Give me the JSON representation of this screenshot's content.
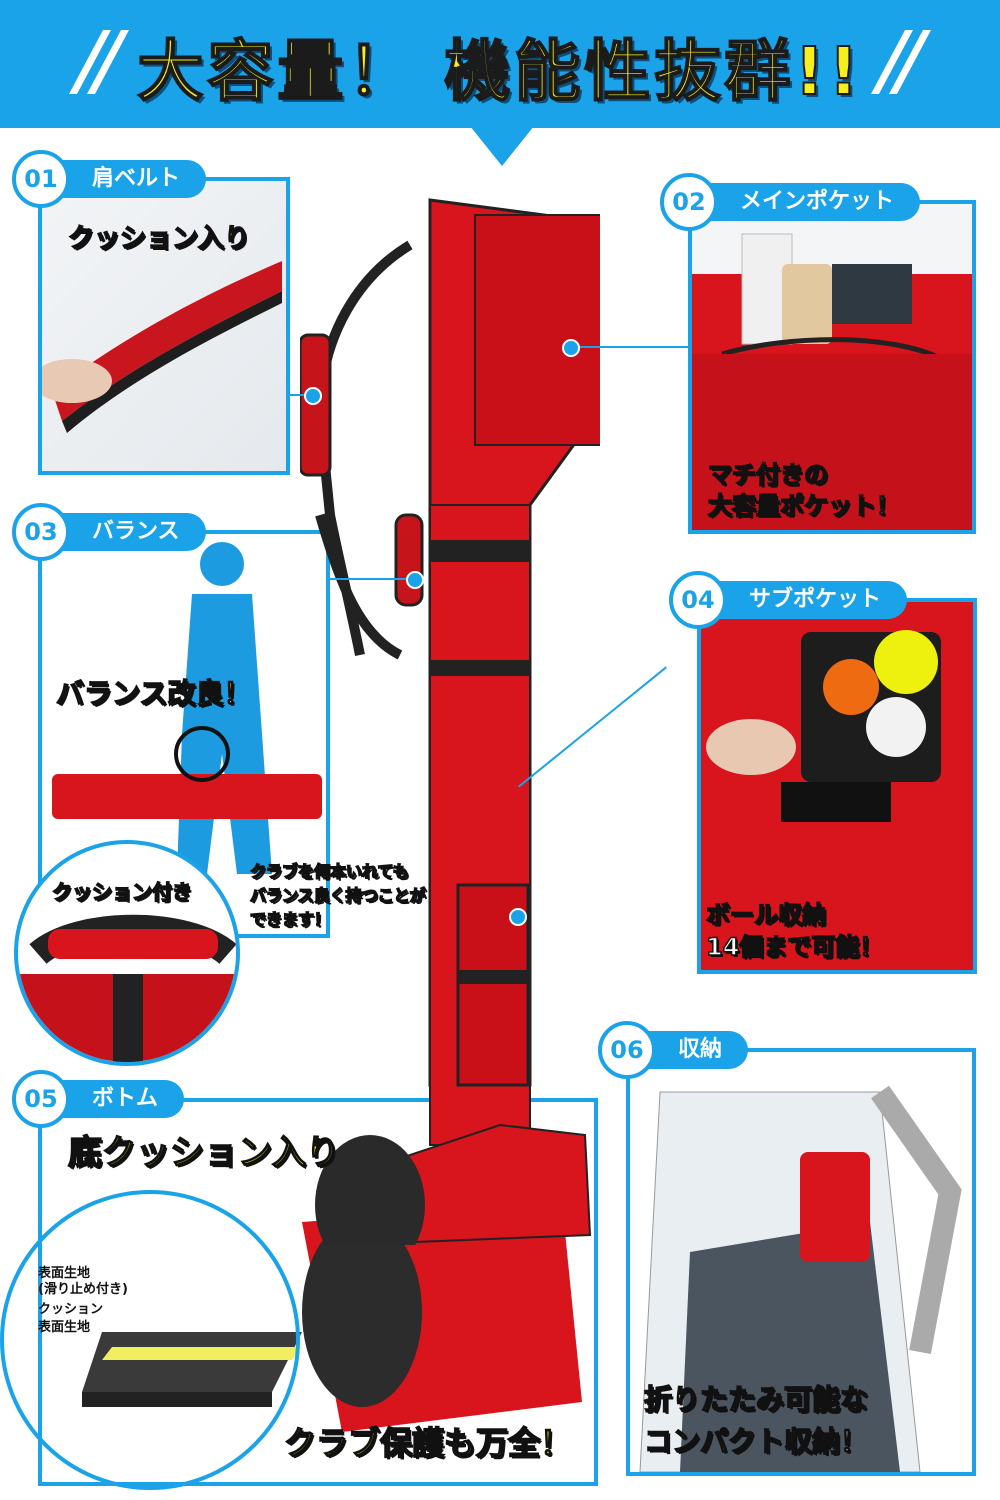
{
  "header": {
    "title": "大容量！ 機能性抜群!!"
  },
  "colors": {
    "accent_blue": "#1aa3e8",
    "caption_yellow": "#fff200",
    "bag_red": "#d8141c"
  },
  "features": [
    {
      "number": "01",
      "label": "肩ベルト",
      "caption": "クッション入り"
    },
    {
      "number": "02",
      "label": "メインポケット",
      "caption_line1": "マチ付きの",
      "caption_line2": "大容量ポケット！"
    },
    {
      "number": "03",
      "label": "バランス",
      "caption": "バランス改良！",
      "sub_caption": "クッション付き",
      "note_line1": "クラブを何本いれても",
      "note_line2": "バランス良く持つことが",
      "note_line3": "できます！"
    },
    {
      "number": "04",
      "label": "サブポケット",
      "caption_line1": "ボール収納",
      "caption_line2": "14個まで可能！"
    },
    {
      "number": "05",
      "label": "ボトム",
      "caption": "底クッション入り",
      "bottom_caption": "クラブ保護も万全！",
      "layers": [
        "表面生地",
        "(滑り止め付き)",
        "クッション",
        "表面生地"
      ]
    },
    {
      "number": "06",
      "label": "収納",
      "caption_line1": "折りたたみ可能な",
      "caption_line2": "コンパクト収納！"
    }
  ]
}
